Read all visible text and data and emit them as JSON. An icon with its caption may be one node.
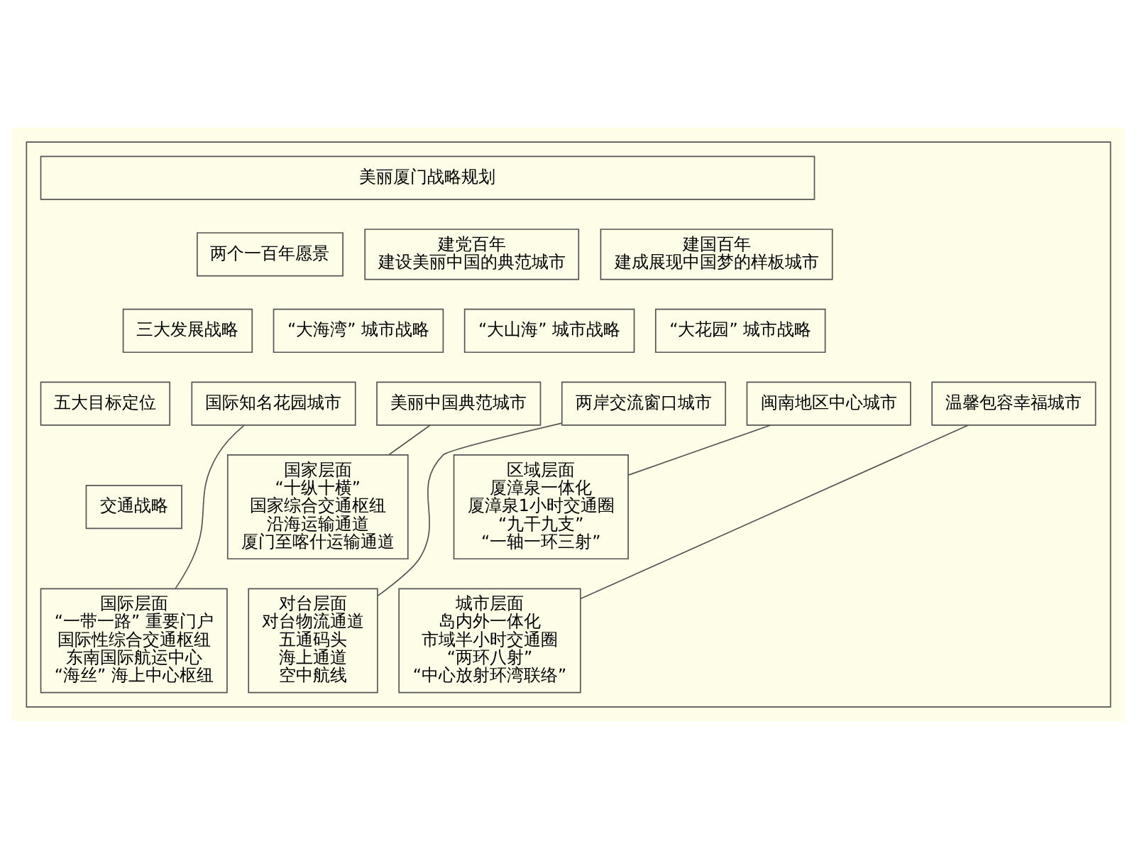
{
  "diagram": {
    "nodes": [
      {
        "text": [],
        "shape": "box"
      },
      {
        "text": [
          "美丽厦门战略规划"
        ],
        "in": 0
      },
      {
        "text": [
          "两个一百年愿景"
        ],
        "in": 0
      },
      {
        "text": [
          "建党百年",
          "建设美丽中国的典范城市"
        ],
        "in": 0
      },
      {
        "text": [
          "建国百年",
          "建成展现中国梦的样板城市"
        ],
        "in": 0
      },
      {
        "text": [
          "三大发展战略"
        ],
        "in": 0
      },
      {
        "text": [
          "“大海湾” 城市战略"
        ],
        "in": 0
      },
      {
        "text": [
          "“大山海” 城市战略"
        ],
        "in": 0
      },
      {
        "text": [
          "“大花园” 城市战略"
        ],
        "in": 0
      },
      {
        "text": [
          "五大目标定位"
        ],
        "in": 0
      },
      {
        "text": [
          "国际知名花园城市"
        ],
        "in": 0
      },
      {
        "text": [
          "美丽中国典范城市"
        ],
        "in": 0
      },
      {
        "text": [
          "两岸交流窗口城市"
        ],
        "in": 0
      },
      {
        "text": [
          "闽南地区中心城市"
        ],
        "in": 0
      },
      {
        "text": [
          "温馨包容幸福城市"
        ],
        "in": 0
      },
      {
        "text": [
          "交通战略"
        ],
        "in": 0
      },
      {
        "text": [
          "国家层面",
          "“十纵十横”",
          "国家综合交通枢纽",
          "沿海运输通道",
          "厦门至喀什运输通道"
        ],
        "in": 0
      },
      {
        "text": [
          "区域层面",
          "厦漳泉一体化",
          "厦漳泉1小时交通圈",
          "“九干九支”",
          "“一轴一环三射”"
        ],
        "in": 0
      },
      {
        "text": [
          "国际层面",
          "“一带一路” 重要门户",
          "国际性综合交通枢纽",
          "东南国际航运中心",
          "“海丝” 海上中心枢纽"
        ],
        "in": 0
      },
      {
        "text": [
          "对台层面",
          "对台物流通道",
          "五通码头",
          "海上通道",
          "空中航线"
        ],
        "in": 0
      },
      {
        "text": [
          "城市层面",
          "岛内外一体化",
          "市域半小时交通圈",
          "“两环八射”",
          "“中心放射环湾联络”"
        ],
        "in": 0
      }
    ],
    "edges": [
      {
        "from": 10,
        "to": 18,
        "arrow": "none"
      },
      {
        "from": 11,
        "to": 16,
        "arrow": "none"
      },
      {
        "from": 12,
        "to": 19,
        "arrow": "none"
      },
      {
        "from": 13,
        "to": 17,
        "arrow": "none"
      },
      {
        "from": 14,
        "to": 20,
        "arrow": "none"
      }
    ]
  }
}
